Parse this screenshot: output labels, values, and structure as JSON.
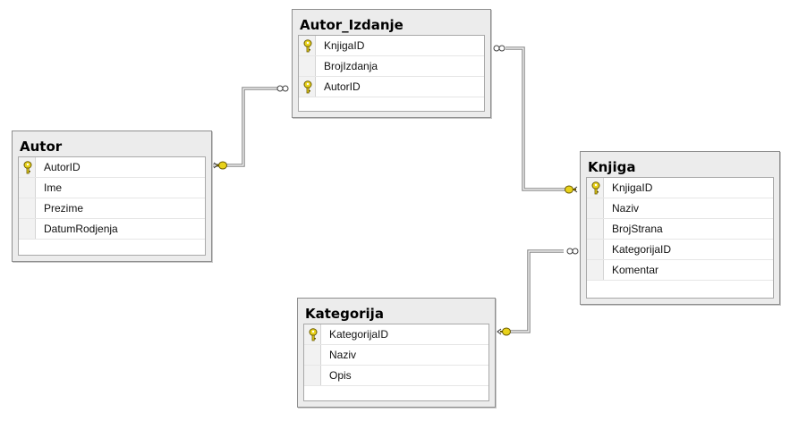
{
  "diagram": {
    "tables": {
      "autor_izdanje": {
        "name": "Autor_Izdanje",
        "columns": [
          {
            "name": "KnjigaID",
            "pk": true
          },
          {
            "name": "BrojIzdanja",
            "pk": false
          },
          {
            "name": "AutorID",
            "pk": true
          }
        ]
      },
      "autor": {
        "name": "Autor",
        "columns": [
          {
            "name": "AutorID",
            "pk": true
          },
          {
            "name": "Ime",
            "pk": false
          },
          {
            "name": "Prezime",
            "pk": false
          },
          {
            "name": "DatumRodjenja",
            "pk": false
          }
        ]
      },
      "knjiga": {
        "name": "Knjiga",
        "columns": [
          {
            "name": "KnjigaID",
            "pk": true
          },
          {
            "name": "Naziv",
            "pk": false
          },
          {
            "name": "BrojStrana",
            "pk": false
          },
          {
            "name": "KategorijaID",
            "pk": false
          },
          {
            "name": "Komentar",
            "pk": false
          }
        ]
      },
      "kategorija": {
        "name": "Kategorija",
        "columns": [
          {
            "name": "KategorijaID",
            "pk": true
          },
          {
            "name": "Naziv",
            "pk": false
          },
          {
            "name": "Opis",
            "pk": false
          }
        ]
      }
    },
    "relationships": [
      {
        "one": "Autor",
        "many": "Autor_Izdanje"
      },
      {
        "one": "Knjiga",
        "many": "Autor_Izdanje"
      },
      {
        "one": "Kategorija",
        "many": "Knjiga"
      }
    ],
    "colors": {
      "key": "#e8d21a",
      "line": "#7a7a7a",
      "header": "#ececec"
    }
  }
}
